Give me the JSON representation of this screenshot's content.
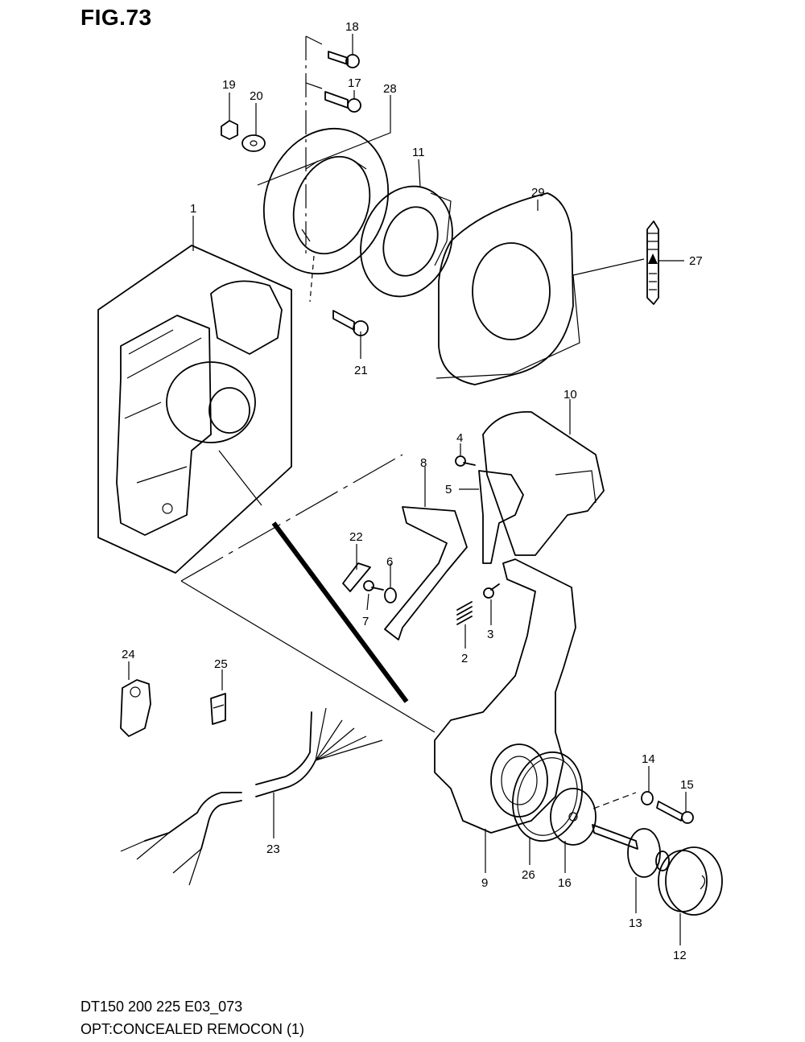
{
  "figure": {
    "title": "FIG.73"
  },
  "footer": {
    "model_line": "DT150 200 225 E03_073",
    "description": "OPT:CONCEALED REMOCON (1)"
  },
  "callouts": {
    "c1": "1",
    "c2": "2",
    "c3": "3",
    "c4": "4",
    "c5": "5",
    "c6": "6",
    "c7": "7",
    "c8": "8",
    "c9": "9",
    "c10": "10",
    "c11": "11",
    "c12": "12",
    "c13": "13",
    "c14": "14",
    "c15": "15",
    "c16": "16",
    "c17": "17",
    "c18": "18",
    "c19": "19",
    "c20": "20",
    "c21": "21",
    "c22": "22",
    "c23": "23",
    "c24": "24",
    "c25": "25",
    "c26": "26",
    "c27": "27",
    "c28": "28",
    "c29": "29"
  }
}
